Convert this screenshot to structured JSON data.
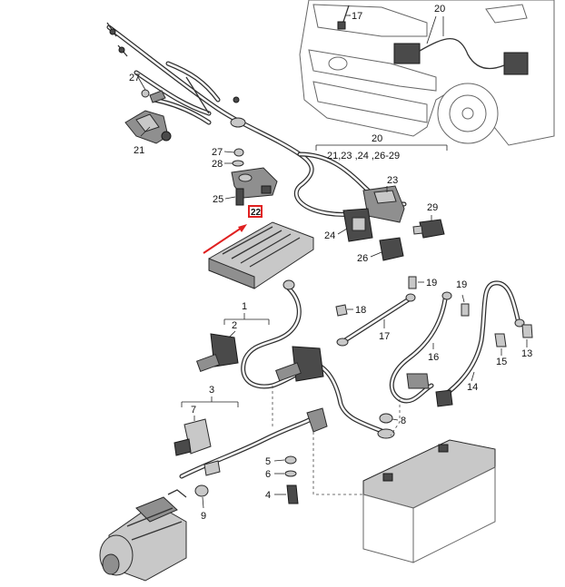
{
  "callouts": {
    "c1": "1",
    "c2": "2",
    "c3": "3",
    "c4": "4",
    "c5": "5",
    "c6": "6",
    "c7": "7",
    "c8": "8",
    "c9": "9",
    "c13": "13",
    "c14": "14",
    "c15": "15",
    "c16": "16",
    "c17a": "17",
    "c17b": "17",
    "c18": "18",
    "c19a": "19",
    "c19b": "19",
    "c20a": "20",
    "c20b": "20",
    "c21": "21",
    "c21range": "21,23 ,24 ,26-29",
    "c22": "22",
    "c23": "23",
    "c24": "24",
    "c25": "25",
    "c26": "26",
    "c27a": "27",
    "c27b": "27",
    "c28": "28",
    "c29": "29"
  },
  "colors": {
    "highlight": "#e02020",
    "arrow": "#e02020",
    "line": "#222222"
  }
}
